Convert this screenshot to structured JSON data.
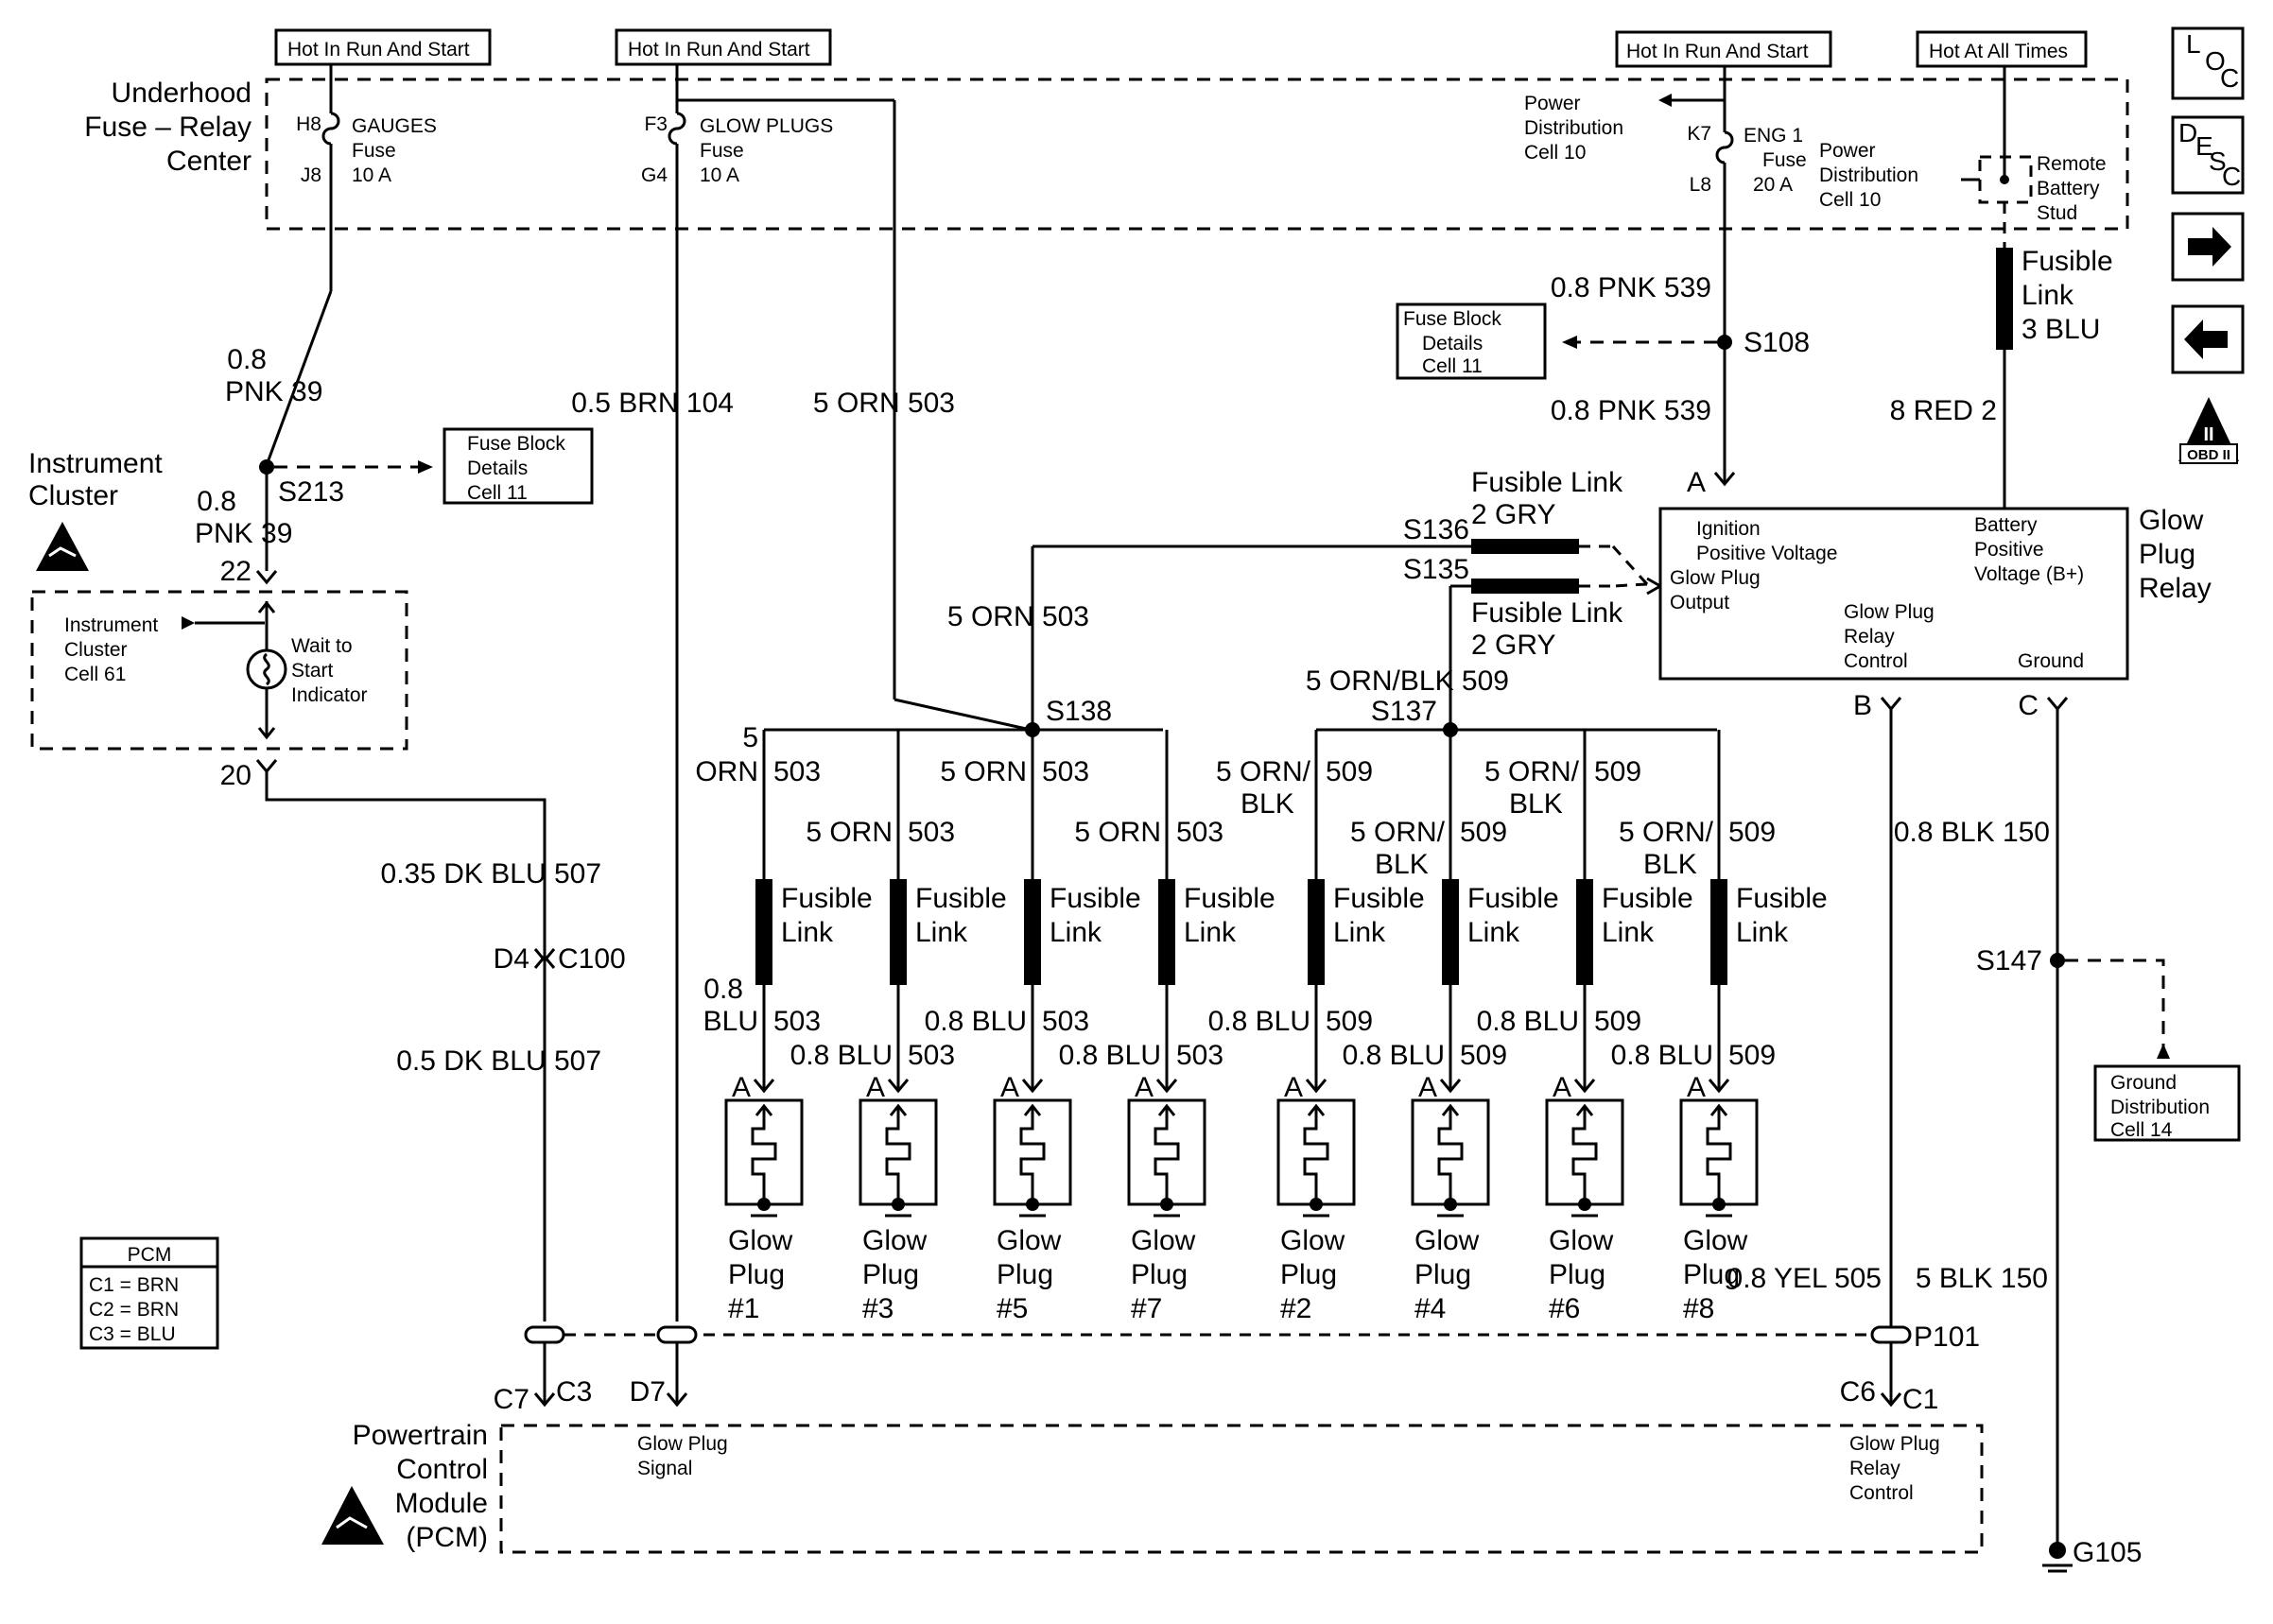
{
  "labels": {
    "hot_run_start_1": "Hot In Run And Start",
    "hot_run_start_2": "Hot In Run And Start",
    "hot_run_start_3": "Hot In Run And Start",
    "hot_all_times": "Hot At All Times",
    "underhood_1": "Underhood",
    "underhood_2": "Fuse – Relay",
    "underhood_3": "Center",
    "h8": "H8",
    "j8": "J8",
    "gauges_1": "GAUGES",
    "gauges_2": "Fuse",
    "gauges_3": "10 A",
    "f3": "F3",
    "g4": "G4",
    "glowplugs_1": "GLOW PLUGS",
    "glowplugs_2": "Fuse",
    "glowplugs_3": "10 A",
    "k7": "K7",
    "l8": "L8",
    "eng1_1": "ENG 1",
    "eng1_2": "Fuse",
    "eng1_3": "20 A",
    "pd10a_1": "Power",
    "pd10a_2": "Distribution",
    "pd10a_3": "Cell 10",
    "pd10b_1": "Power",
    "pd10b_2": "Distribution",
    "pd10b_3": "Cell 10",
    "rbs_1": "Remote",
    "rbs_2": "Battery",
    "rbs_3": "Stud",
    "fl3blu_1": "Fusible",
    "fl3blu_2": "Link",
    "fl3blu_3": "3 BLU",
    "w539a": "0.8 PNK  539",
    "w539b": "0.8 PNK  539",
    "s108": "S108",
    "fbd11a_1": "Fuse Block",
    "fbd11a_2": "Details",
    "fbd11a_3": "Cell 11",
    "fbd11b_1": "Fuse Block",
    "fbd11b_2": "Details",
    "fbd11b_3": "Cell 11",
    "w8red": "8 RED  2",
    "relay_a": "A",
    "w39a_1": "0.8",
    "w39a_2": "PNK  39",
    "s213": "S213",
    "w39b_1": "0.8",
    "w39b_2": "PNK  39",
    "w104": "0.5 BRN  104",
    "w503top": "5 ORN  503",
    "ic_1": "Instrument",
    "ic_2": "Cluster",
    "pin22": "22",
    "pin20": "20",
    "icc61_1": "Instrument",
    "icc61_2": "Cluster",
    "icc61_3": "Cell 61",
    "wts_1": "Wait to",
    "wts_2": "Start",
    "wts_3": "Indicator",
    "fl2gry_a1": "Fusible Link",
    "fl2gry_a2": "2 GRY",
    "fl2gry_b1": "Fusible Link",
    "fl2gry_b2": "2 GRY",
    "s136": "S136",
    "s135": "S135",
    "relay_ign_1": "Ignition",
    "relay_ign_2": "Positive Voltage",
    "relay_out_1": "Glow Plug",
    "relay_out_2": "Output",
    "relay_bat_1": "Battery",
    "relay_bat_2": "Positive",
    "relay_bat_3": "Voltage (B+)",
    "relay_ctl_1": "Glow Plug",
    "relay_ctl_2": "Relay",
    "relay_ctl_3": "Control",
    "relay_gnd": "Ground",
    "gpr_1": "Glow",
    "gpr_2": "Plug",
    "gpr_3": "Relay",
    "relay_b": "B",
    "relay_c": "C",
    "w503mid": "5 ORN  503",
    "w509mid": "5 ORN/BLK  509",
    "s138": "S138",
    "s137": "S137",
    "w507a": "0.35 DK BLU  507",
    "d4": "D4",
    "c100": "C100",
    "w507b": "0.5 DK BLU  507",
    "w150a": "0.8 BLK  150",
    "s147": "S147",
    "gdc14_1": "Ground",
    "gdc14_2": "Distribution",
    "gdc14_3": "Cell 14",
    "w505": "0.8 YEL  505",
    "w150b": "5 BLK  150",
    "p101": "P101",
    "pcm_legend_title": "PCM",
    "pcm_c1": "C1 = BRN",
    "pcm_c2": "C2 = BRN",
    "pcm_c3": "C3 = BLU",
    "c7": "C7",
    "c3": "C3",
    "d7": "D7",
    "c6": "C6",
    "c1": "C1",
    "pcm_1": "Powertrain",
    "pcm_2": "Control",
    "pcm_3": "Module",
    "pcm_4": "(PCM)",
    "pcm_sig_1": "Glow Plug",
    "pcm_sig_2": "Signal",
    "pcm_ctl_1": "Glow Plug",
    "pcm_ctl_2": "Relay",
    "pcm_ctl_3": "Control",
    "g105": "G105",
    "obd": "OBD II",
    "obd_roman": "II"
  },
  "nav": {
    "loc": [
      "L",
      "O",
      "C"
    ],
    "desc": [
      "D",
      "E",
      "S",
      "C"
    ]
  },
  "branches": [
    {
      "top_color": "5",
      "top_color2": "ORN",
      "top_num": "503",
      "fl_1": "Fusible",
      "fl_2": "Link",
      "bot_color": "0.8",
      "bot_color2": "BLU",
      "bot_num": "503",
      "pin": "A",
      "plug_1": "Glow",
      "plug_2": "Plug",
      "plug_3": "#1"
    },
    {
      "top_color": "5 ORN",
      "top_color2": "",
      "top_num": "503",
      "fl_1": "Fusible",
      "fl_2": "Link",
      "bot_color": "0.8 BLU",
      "bot_color2": "",
      "bot_num": "503",
      "pin": "A",
      "plug_1": "Glow",
      "plug_2": "Plug",
      "plug_3": "#3"
    },
    {
      "top_color": "5 ORN",
      "top_color2": "",
      "top_num": "503",
      "fl_1": "Fusible",
      "fl_2": "Link",
      "bot_color": "0.8 BLU",
      "bot_color2": "",
      "bot_num": "503",
      "pin": "A",
      "plug_1": "Glow",
      "plug_2": "Plug",
      "plug_3": "#5"
    },
    {
      "top_color": "5 ORN",
      "top_color2": "",
      "top_num": "503",
      "fl_1": "Fusible",
      "fl_2": "Link",
      "bot_color": "0.8 BLU",
      "bot_color2": "",
      "bot_num": "503",
      "pin": "A",
      "plug_1": "Glow",
      "plug_2": "Plug",
      "plug_3": "#7"
    },
    {
      "top_color": "5 ORN/",
      "top_color2": "BLK",
      "top_num": "509",
      "fl_1": "Fusible",
      "fl_2": "Link",
      "bot_color": "0.8 BLU",
      "bot_color2": "",
      "bot_num": "509",
      "pin": "A",
      "plug_1": "Glow",
      "plug_2": "Plug",
      "plug_3": "#2"
    },
    {
      "top_color": "5 ORN/",
      "top_color2": "BLK",
      "top_num": "509",
      "fl_1": "Fusible",
      "fl_2": "Link",
      "bot_color": "0.8 BLU",
      "bot_color2": "",
      "bot_num": "509",
      "pin": "A",
      "plug_1": "Glow",
      "plug_2": "Plug",
      "plug_3": "#4"
    },
    {
      "top_color": "5 ORN/",
      "top_color2": "BLK",
      "top_num": "509",
      "fl_1": "Fusible",
      "fl_2": "Link",
      "bot_color": "0.8 BLU",
      "bot_color2": "",
      "bot_num": "509",
      "pin": "A",
      "plug_1": "Glow",
      "plug_2": "Plug",
      "plug_3": "#6"
    },
    {
      "top_color": "5 ORN/",
      "top_color2": "BLK",
      "top_num": "509",
      "fl_1": "Fusible",
      "fl_2": "Link",
      "bot_color": "0.8 BLU",
      "bot_color2": "",
      "bot_num": "509",
      "pin": "A",
      "plug_1": "Glow",
      "plug_2": "Plug",
      "plug_3": "#8"
    }
  ]
}
